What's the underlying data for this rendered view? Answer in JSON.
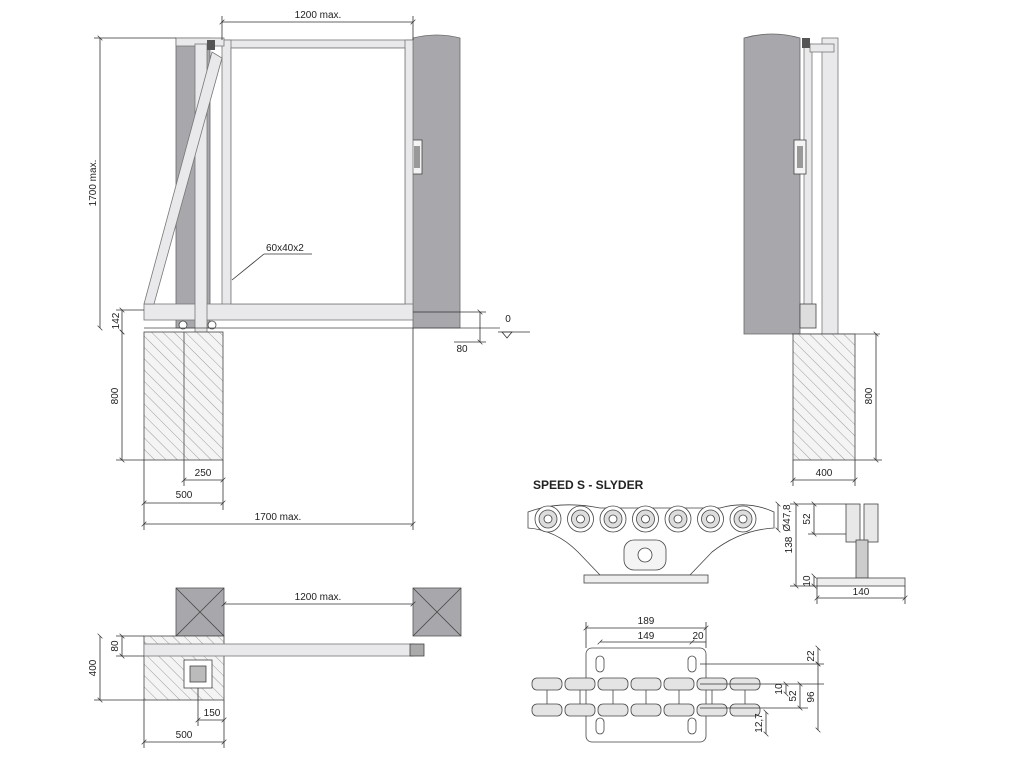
{
  "front_view": {
    "width_max": "1200 max.",
    "height_max": "1700 max.",
    "profile": "60x40x2",
    "bottom_gap": "142",
    "ground_level": "0",
    "ground_offset": "80",
    "foundation_depth": "800",
    "foundation_offset": "250",
    "foundation_width": "500",
    "total_width": "1700 max."
  },
  "side_view": {
    "foundation_depth": "800",
    "foundation_width": "400"
  },
  "plan_view": {
    "width_max": "1200 max.",
    "rail_offset": "80",
    "depth": "400",
    "post_offset": "150",
    "width": "500"
  },
  "carriage": {
    "title": "SPEED S - SLYDER",
    "wheel_dia": "Ø47,8",
    "height": "138",
    "wheel_height": "52",
    "base_thick": "10",
    "base_width": "140",
    "plate_length": "189",
    "hole_spacing": "149",
    "hole_width": "20",
    "offset_22": "22",
    "offset_10": "10",
    "slot_52": "52",
    "total_96": "96",
    "wheel_12_7": "12,7"
  }
}
